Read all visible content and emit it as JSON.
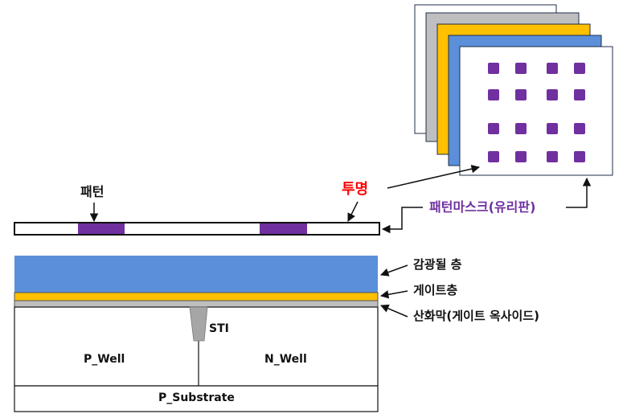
{
  "labels": {
    "pattern": "패턴",
    "transparent": "투명",
    "mask": "패턴마스크(유리판)",
    "photoresist": "감광될 층",
    "gate_layer": "게이트층",
    "oxide": "산화막(게이트 옥사이드)",
    "sti": "STI",
    "p_well": "P_Well",
    "n_well": "N_Well",
    "p_substrate": "P_Substrate"
  },
  "colors": {
    "pattern": "#7030a0",
    "transparent_label": "#ff0000",
    "mask_label": "#7030a0",
    "photoresist": "#5b8fd9",
    "gate_layer": "#ffc000",
    "oxide": "#bfbfbf",
    "sti": "#a6a6a6",
    "stack_gray": "#bfbfbf",
    "stack_yellow": "#ffc000",
    "stack_blue": "#5b8fd9",
    "outline": "#1f2d4a"
  }
}
